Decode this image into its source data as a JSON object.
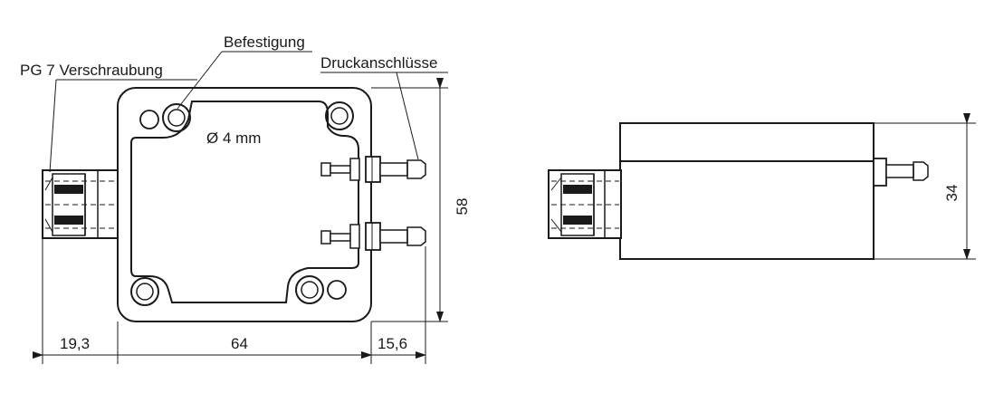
{
  "labels": {
    "befestigung": "Befestigung",
    "druckanschluesse": "Druckanschlüsse",
    "pg7": "PG 7 Verschraubung",
    "bore": "Ø 4 mm"
  },
  "dimensions": {
    "height_front": "58",
    "height_side": "34",
    "gland_length": "19,3",
    "body_width": "64",
    "port_length": "15,6"
  }
}
